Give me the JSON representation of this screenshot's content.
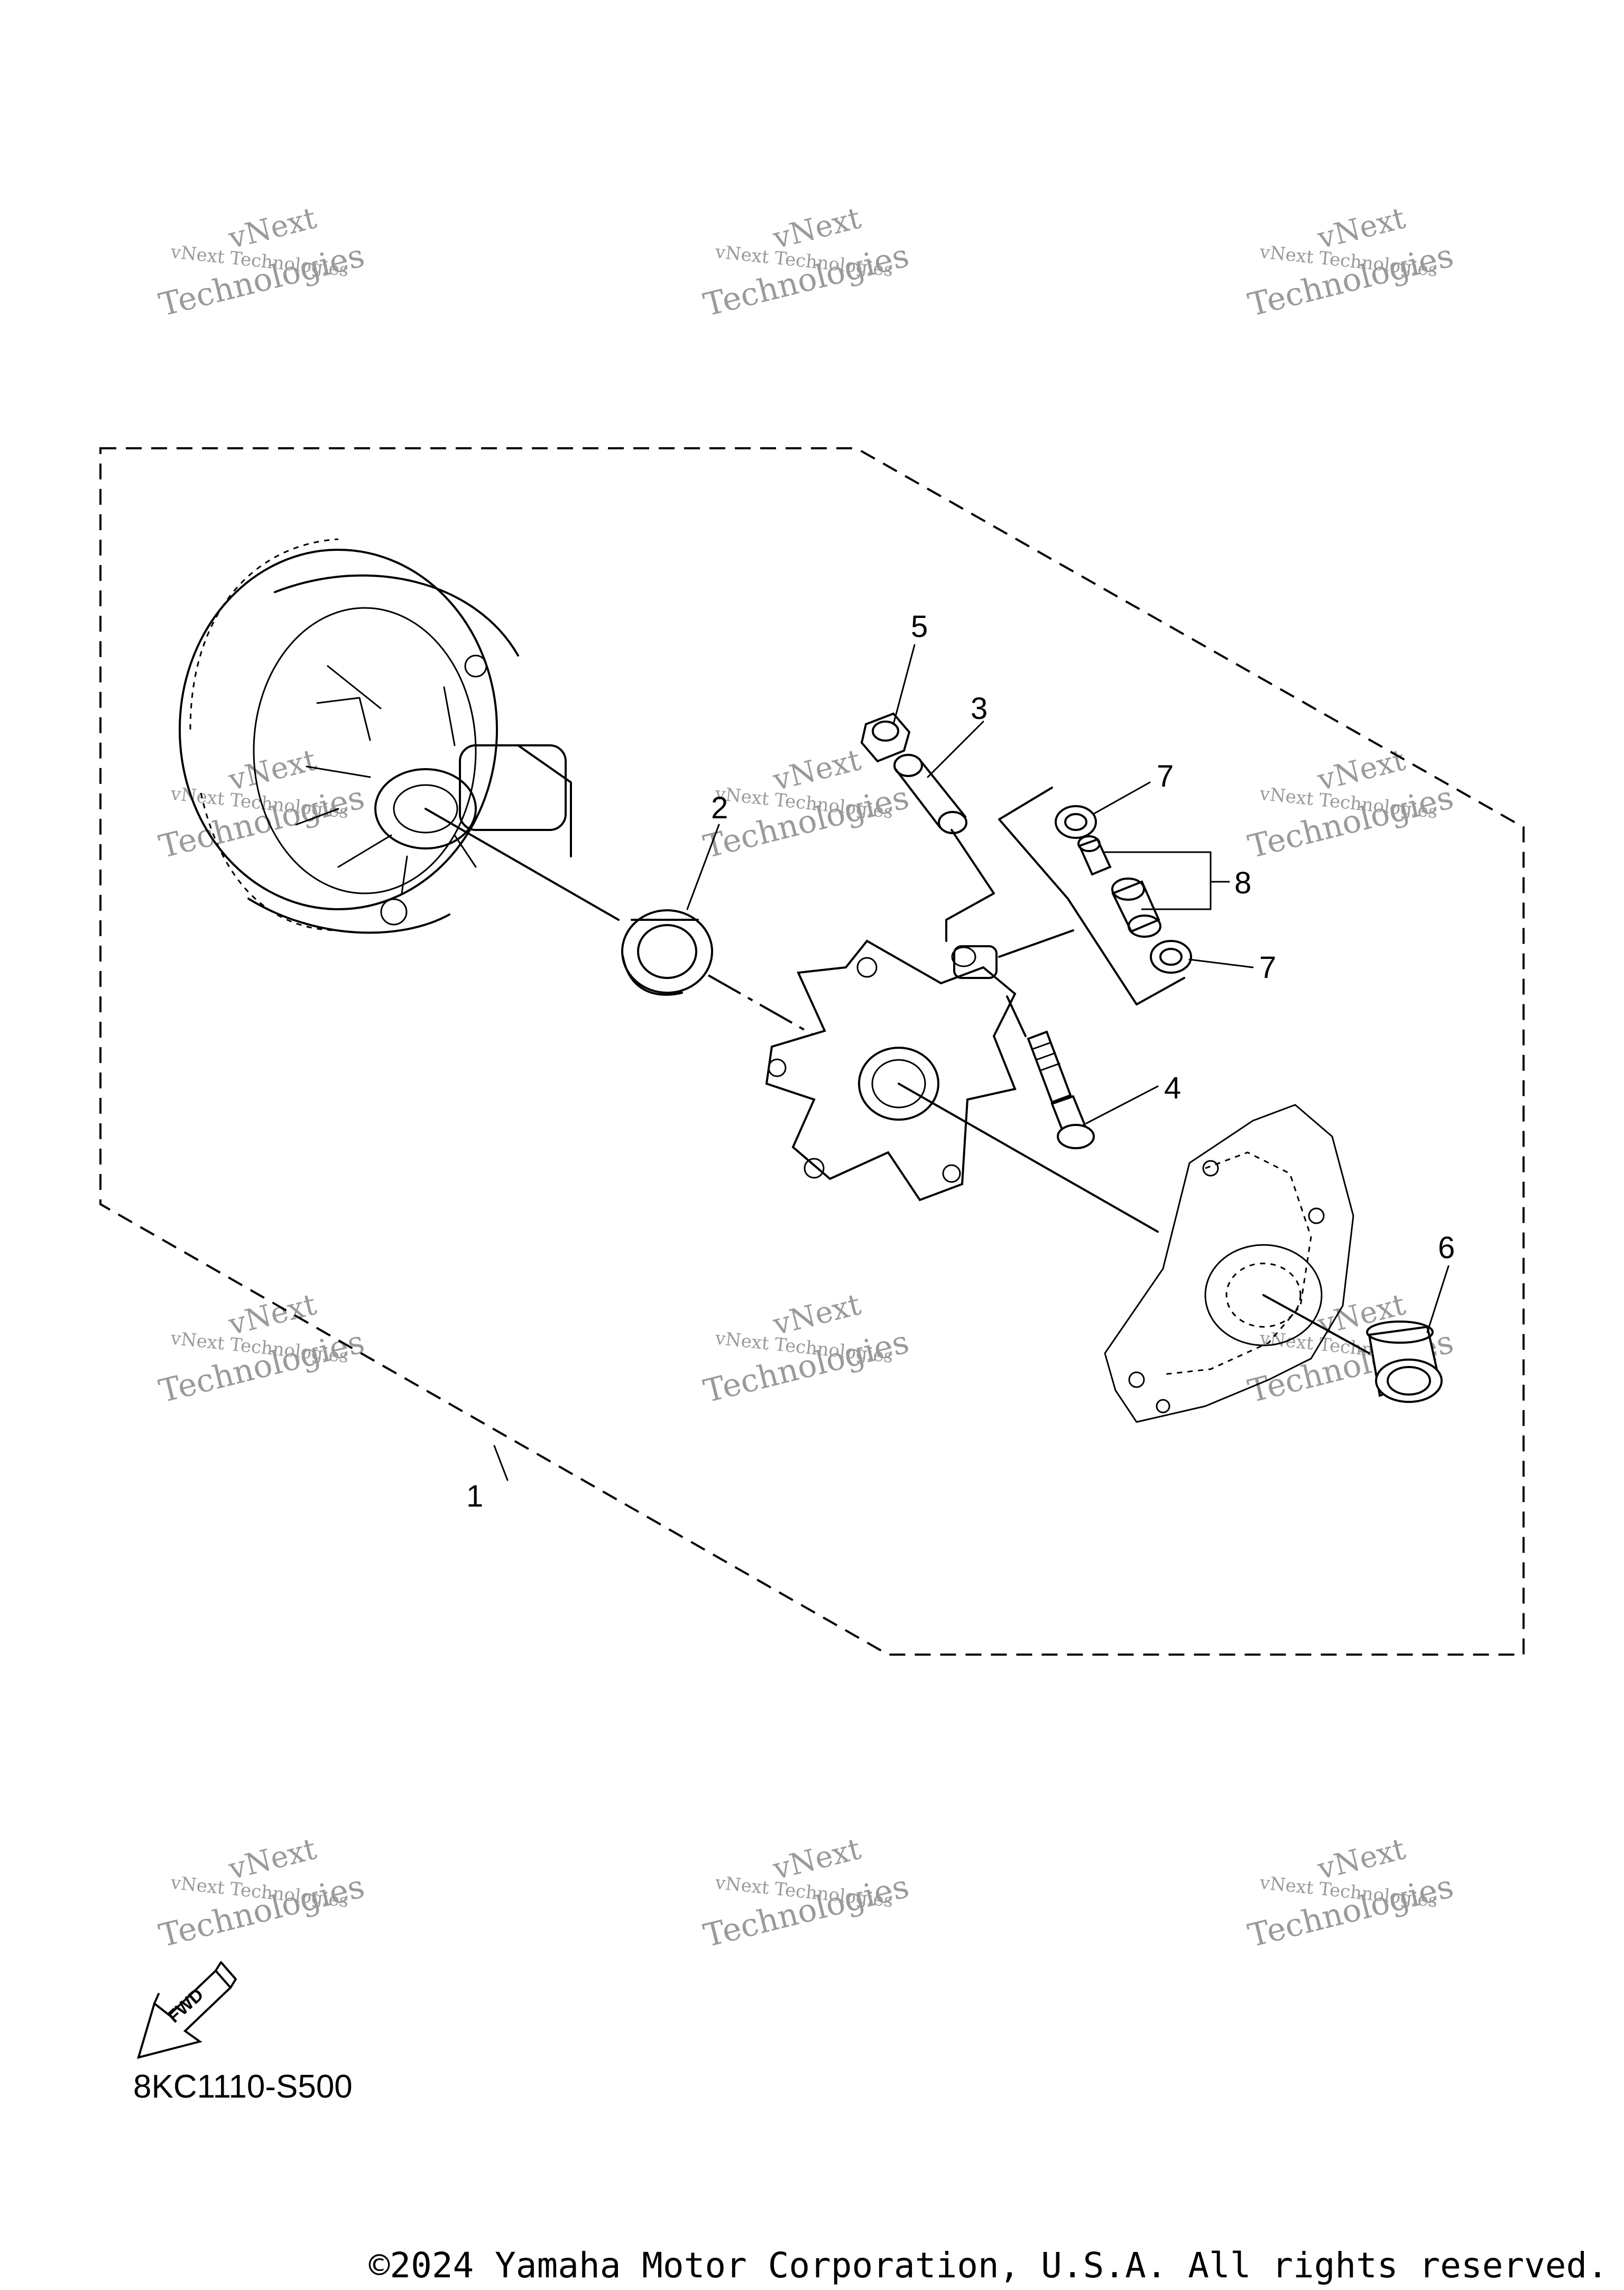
{
  "watermark": {
    "line1": "vNext",
    "line2": "vNext Technologies",
    "line3": "Technologies"
  },
  "callouts": [
    "1",
    "2",
    "3",
    "4",
    "5",
    "6",
    "7",
    "7",
    "8"
  ],
  "fwd_label": "FWD",
  "drawing_code": "8KC1110-S500",
  "copyright": "©2024 Yamaha Motor Corporation, U.S.A. All rights reserved."
}
